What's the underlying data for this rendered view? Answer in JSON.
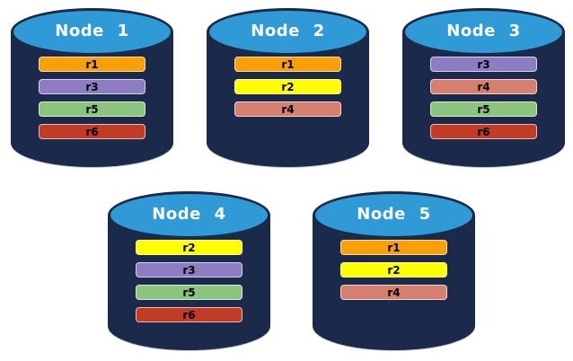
{
  "nodes": [
    {
      "label": "Node 1",
      "replicas": [
        "r1",
        "r3",
        "r5",
        "r6"
      ]
    },
    {
      "label": "Node 2",
      "replicas": [
        "r1",
        "r2",
        "r4"
      ]
    },
    {
      "label": "Node 3",
      "replicas": [
        "r3",
        "r4",
        "r5",
        "r6"
      ]
    },
    {
      "label": "Node 4",
      "replicas": [
        "r2",
        "r3",
        "r5",
        "r6"
      ]
    },
    {
      "label": "Node 5",
      "replicas": [
        "r1",
        "r2",
        "r4"
      ]
    }
  ],
  "colors": {
    "canvas_background": "#ffffff",
    "cylinder_body": "#1B2A4A",
    "cylinder_top": "#2F9AD6",
    "node_title_text": "#ffffff",
    "replica_label_text": "#000000",
    "replicas": {
      "r1": "#F9A009",
      "r2": "#FFFF00",
      "r3": "#8E7CC3",
      "r4": "#D5806F",
      "r5": "#8BC57D",
      "r6": "#C23B25"
    }
  }
}
